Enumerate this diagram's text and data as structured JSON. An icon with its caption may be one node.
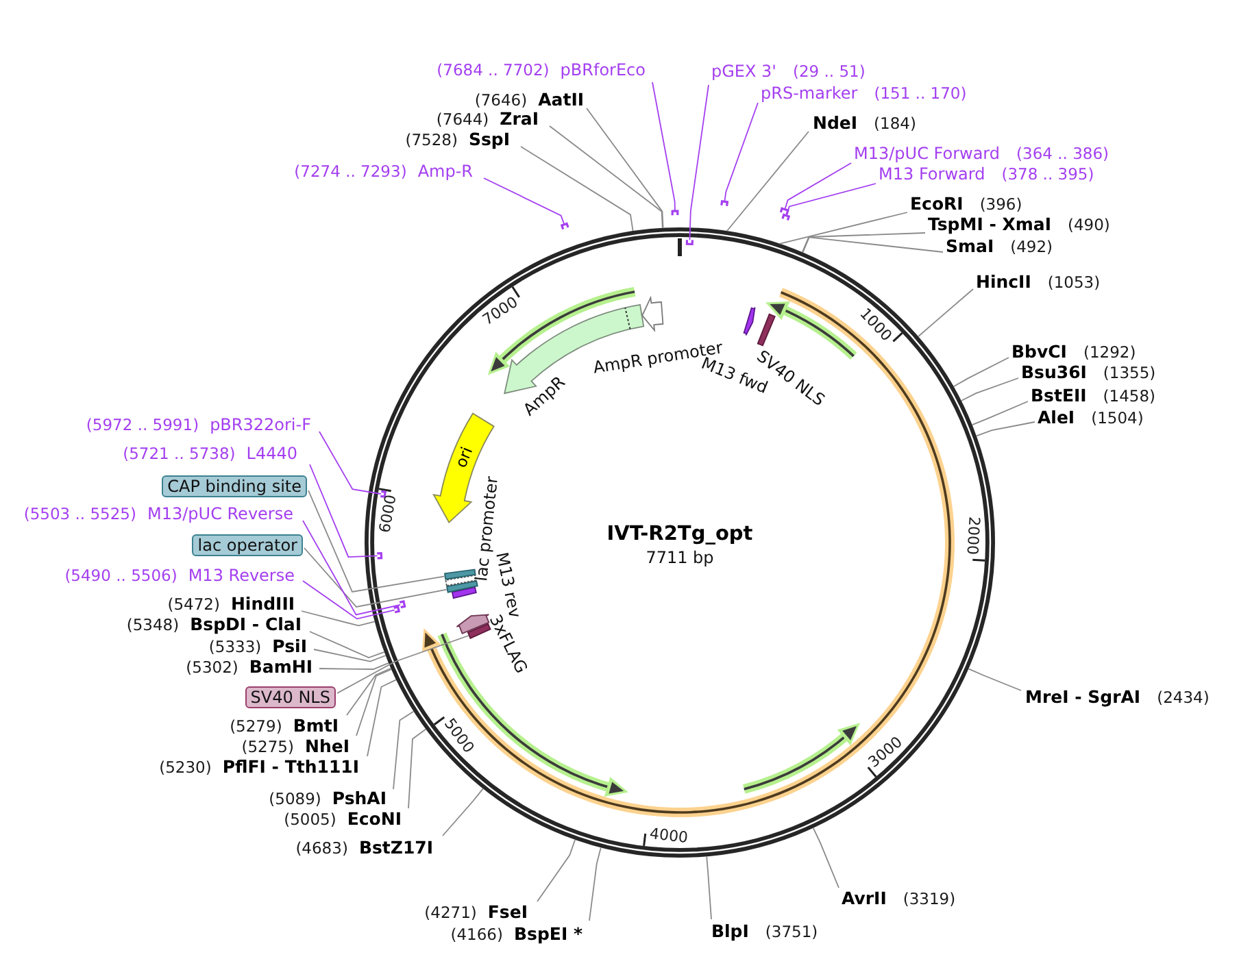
{
  "diagram": {
    "title": "IVT-R2Tg_opt",
    "nodes": [
      {
        "text": [],
        "shape": "circle"
      },
      {
        "text": [
          "pGEX 3'",
          "(29 .. 51)"
        ]
      },
      {
        "text": [],
        "shape": "bar",
        "in": 0
      },
      {
        "text": [
          "pRS-marker",
          "(151 .. 170)"
        ]
      },
      {
        "text": [],
        "shape": "bar"
      },
      {
        "text": [
          "NdeI",
          "(184)"
        ]
      },
      {
        "text": [
          "M13/pUC Forward",
          "(364 .. 386)"
        ]
      },
      {
        "text": [],
        "shape": "bar"
      },
      {
        "text": [
          "M13 Forward",
          "(378 .. 395)"
        ]
      },
      {
        "text": [],
        "shape": "bar"
      },
      {
        "text": [
          "EcoRI",
          "(396)"
        ]
      },
      {
        "text": [
          "TspMI - XmaI",
          "(490)"
        ]
      },
      {
        "text": [
          "SmaI",
          "(492)"
        ]
      },
      {
        "text": [
          "HincII",
          "(1053)"
        ]
      },
      {
        "text": [
          "BbvCI",
          "(1292)"
        ]
      },
      {
        "text": [
          "Bsu36I",
          "(1355)"
        ]
      },
      {
        "text": [
          "BstEII",
          "(1458)"
        ]
      },
      {
        "text": [
          "AleI",
          "(1504)"
        ]
      },
      {
        "text": [
          "MreI - SgrAI",
          "(2434)"
        ]
      },
      {
        "text": [
          "AvrII",
          "(3319)"
        ]
      },
      {
        "text": [
          "BlpI",
          "(3751)"
        ]
      },
      {
        "text": [
          "(4166)",
          "BspEI *"
        ]
      },
      {
        "text": [
          "(4271)",
          "FseI"
        ]
      },
      {
        "text": [
          "(4683)",
          "BstZ17I"
        ]
      },
      {
        "text": [
          "(5005)",
          "EcoNI"
        ]
      },
      {
        "text": [
          "(5089)",
          "PshAI"
        ]
      },
      {
        "text": [
          "(5230)",
          "PflFI - Tth111I"
        ]
      },
      {
        "text": [
          "(5275)",
          "NheI"
        ]
      },
      {
        "text": [
          "(5279)",
          "BmtI"
        ]
      },
      {
        "text": [
          "SV40 NLS"
        ]
      },
      {
        "text": [
          "(5302)",
          "BamHI"
        ]
      },
      {
        "text": [
          "(5333)",
          "PsiI"
        ]
      },
      {
        "text": [
          "(5348)",
          "BspDI - ClaI"
        ]
      },
      {
        "text": [
          "(5472)",
          "HindIII"
        ]
      },
      {
        "text": [
          "(5490 .. 5506)",
          "M13 Reverse"
        ]
      },
      {
        "text": [],
        "shape": "bar",
        "in": 0
      },
      {
        "text": [
          "lac operator"
        ]
      },
      {
        "text": [
          "(5503 .. 5525)",
          "M13/pUC Reverse"
        ]
      },
      {
        "text": [],
        "shape": "bar",
        "in": 0
      },
      {
        "text": [
          "CAP binding site"
        ]
      },
      {
        "text": [
          "(5721 .. 5738)",
          "L4440"
        ]
      },
      {
        "text": [],
        "shape": "bar",
        "in": 0
      },
      {
        "text": [
          "(5972 .. 5991)",
          "pBR322ori-F"
        ]
      },
      {
        "text": [],
        "shape": "bar",
        "in": 0
      },
      {
        "text": [
          "(7274 .. 7293)",
          "Amp-R"
        ]
      },
      {
        "text": [],
        "shape": "bar"
      },
      {
        "text": [
          "(7528)",
          "SspI"
        ]
      },
      {
        "text": [
          "(7644)",
          "ZraI"
        ]
      },
      {
        "text": [
          "(7646)",
          "AatII"
        ]
      },
      {
        "text": [
          "(7684 .. 7702)",
          "pBRforEco"
        ]
      },
      {
        "text": [],
        "shape": "bar"
      },
      {
        "text": [],
        "shape": "arrow",
        "in": 0
      },
      {
        "text": [],
        "shape": "bar",
        "in": 0
      },
      {
        "text": [],
        "shape": "bar",
        "in": 0
      },
      {
        "text": [],
        "shape": "arrow",
        "in": 0
      },
      {
        "text": [],
        "shape": "bar",
        "in": 0
      },
      {
        "text": [],
        "shape": "bar",
        "in": 0
      },
      {
        "text": [],
        "shape": "bar",
        "in": 0
      },
      {
        "text": [],
        "shape": "bar",
        "in": 0
      },
      {
        "text": [
          "ori"
        ],
        "in": 0
      },
      {
        "text": [],
        "shape": "arrow",
        "in": 0
      },
      {
        "text": [],
        "shape": "arrow",
        "in": 0
      }
    ],
    "edges": [
      {
        "from": 1,
        "to": 2,
        "arrow": "none",
        "color": "#a43ff0"
      },
      {
        "from": 3,
        "to": 4,
        "arrow": "none",
        "color": "#a43ff0"
      },
      {
        "from": 5,
        "to": 0,
        "arrow": "none"
      },
      {
        "from": 6,
        "to": 7,
        "arrow": "none",
        "color": "#a43ff0"
      },
      {
        "from": 8,
        "to": 9,
        "arrow": "none",
        "color": "#a43ff0"
      },
      {
        "from": 10,
        "to": 0,
        "arrow": "none"
      },
      {
        "from": 11,
        "to": 0,
        "arrow": "none"
      },
      {
        "from": 12,
        "to": 0,
        "arrow": "none"
      },
      {
        "from": 13,
        "to": 0,
        "arrow": "none"
      },
      {
        "from": 14,
        "to": 0,
        "arrow": "none"
      },
      {
        "from": 15,
        "to": 0,
        "arrow": "none"
      },
      {
        "from": 16,
        "to": 0,
        "arrow": "none"
      },
      {
        "from": 17,
        "to": 0,
        "arrow": "none"
      },
      {
        "from": 18,
        "to": 0,
        "arrow": "none"
      },
      {
        "from": 19,
        "to": 0,
        "arrow": "none"
      },
      {
        "from": 20,
        "to": 0,
        "arrow": "none"
      },
      {
        "from": 21,
        "to": 0,
        "arrow": "none"
      },
      {
        "from": 22,
        "to": 0,
        "arrow": "none"
      },
      {
        "from": 23,
        "to": 0,
        "arrow": "none"
      },
      {
        "from": 24,
        "to": 0,
        "arrow": "none"
      },
      {
        "from": 25,
        "to": 0,
        "arrow": "none"
      },
      {
        "from": 26,
        "to": 0,
        "arrow": "none"
      },
      {
        "from": 27,
        "to": 0,
        "arrow": "none"
      },
      {
        "from": 28,
        "to": 0,
        "arrow": "none"
      },
      {
        "from": 29,
        "to": 53,
        "arrow": "none"
      },
      {
        "from": 30,
        "to": 0,
        "arrow": "none"
      },
      {
        "from": 31,
        "to": 0,
        "arrow": "none"
      },
      {
        "from": 32,
        "to": 0,
        "arrow": "none"
      },
      {
        "from": 33,
        "to": 0,
        "arrow": "none"
      },
      {
        "from": 34,
        "to": 35,
        "arrow": "none",
        "color": "#a43ff0"
      },
      {
        "from": 36,
        "to": 56,
        "arrow": "none"
      },
      {
        "from": 37,
        "to": 38,
        "arrow": "none",
        "color": "#a43ff0"
      },
      {
        "from": 39,
        "to": 58,
        "arrow": "none"
      },
      {
        "from": 40,
        "to": 41,
        "arrow": "none",
        "color": "#a43ff0"
      },
      {
        "from": 42,
        "to": 43,
        "arrow": "none",
        "color": "#a43ff0"
      },
      {
        "from": 44,
        "to": 45,
        "arrow": "none",
        "color": "#a43ff0"
      },
      {
        "from": 46,
        "to": 0,
        "arrow": "none"
      },
      {
        "from": 47,
        "to": 0,
        "arrow": "none"
      },
      {
        "from": 48,
        "to": 0,
        "arrow": "none"
      },
      {
        "from": 49,
        "to": 50,
        "arrow": "none",
        "color": "#a43ff0"
      }
    ],
    "labels": [
      "7711 bp",
      "1000",
      "2000",
      "3000",
      "4000",
      "5000",
      "6000",
      "7000",
      "M13 fwd",
      "SV40 NLS",
      "3xFLAG",
      "M13 rev",
      "lac promoter",
      "AmpR",
      "AmpR promoter"
    ]
  }
}
